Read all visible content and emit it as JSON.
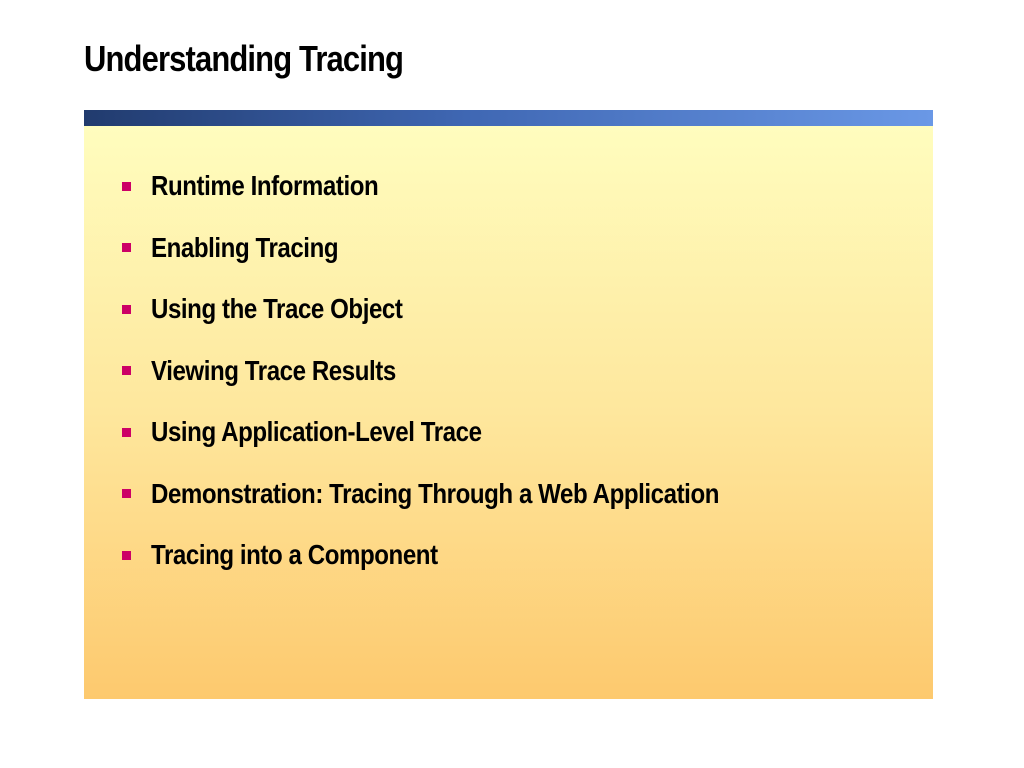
{
  "slide": {
    "title": "Understanding Tracing",
    "bullets": [
      "Runtime Information",
      "Enabling Tracing",
      "Using the Trace Object",
      "Viewing Trace Results",
      "Using Application-Level Trace",
      "Demonstration: Tracing Through a Web Application",
      "Tracing into a Component"
    ]
  },
  "colors": {
    "title_bar_start": "#213b6e",
    "title_bar_end": "#6a98e6",
    "panel_top": "#fffdbe",
    "panel_bottom": "#fdc96e",
    "bullet_marker": "#cc0066",
    "text": "#000000"
  }
}
